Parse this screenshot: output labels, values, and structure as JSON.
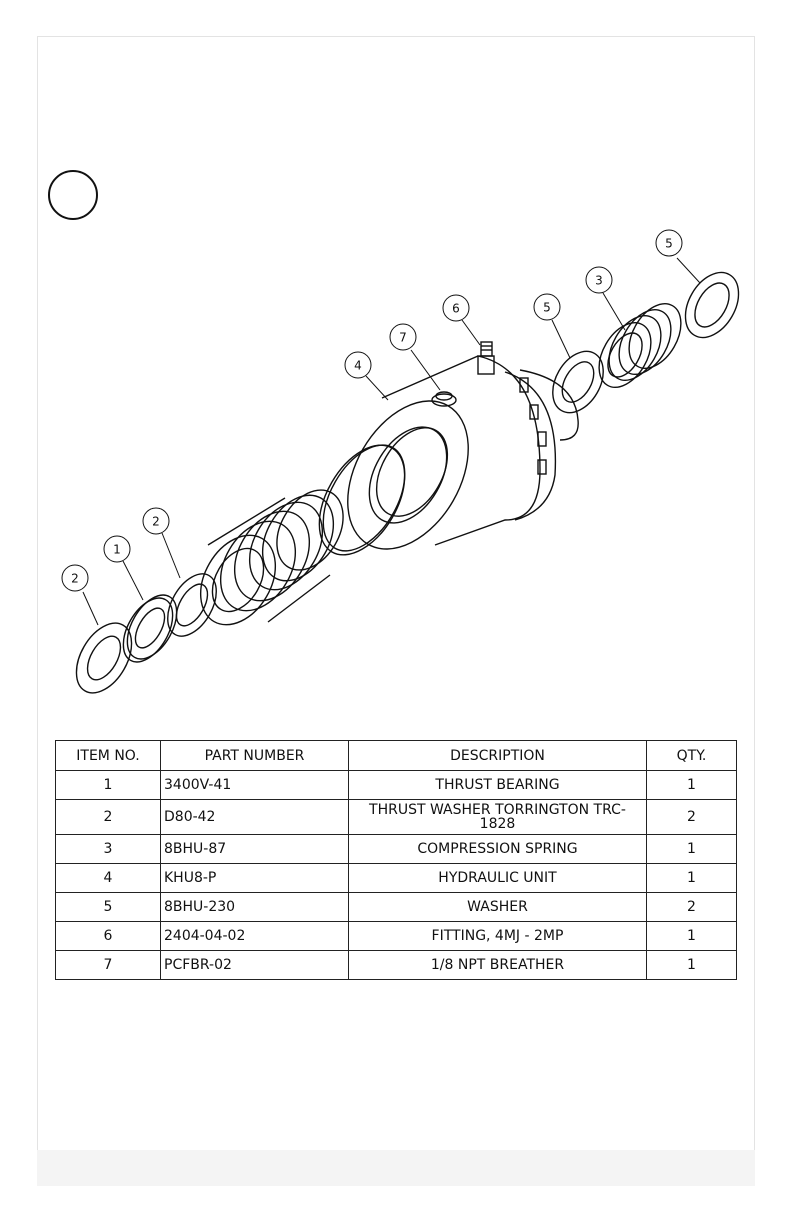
{
  "bom": {
    "headers": [
      "ITEM NO.",
      "PART NUMBER",
      "DESCRIPTION",
      "QTY."
    ],
    "rows": [
      {
        "item": "1",
        "part": "3400V-41",
        "description": "THRUST BEARING",
        "qty": "1"
      },
      {
        "item": "2",
        "part": "D80-42",
        "description": "THRUST WASHER TORRINGTON TRC-1828",
        "qty": "2"
      },
      {
        "item": "3",
        "part": "8BHU-87",
        "description": "COMPRESSION SPRING",
        "qty": "1"
      },
      {
        "item": "4",
        "part": "KHU8-P",
        "description": "HYDRAULIC UNIT",
        "qty": "1"
      },
      {
        "item": "5",
        "part": "8BHU-230",
        "description": "WASHER",
        "qty": "2"
      },
      {
        "item": "6",
        "part": "2404-04-02",
        "description": "FITTING, 4MJ - 2MP",
        "qty": "1"
      },
      {
        "item": "7",
        "part": "PCFBR-02",
        "description": "1/8 NPT BREATHER",
        "qty": "1"
      }
    ]
  },
  "balloons": [
    {
      "label": "5",
      "part": "washer-right"
    },
    {
      "label": "3",
      "part": "spring"
    },
    {
      "label": "5",
      "part": "washer-mid"
    },
    {
      "label": "6",
      "part": "fitting"
    },
    {
      "label": "7",
      "part": "breather"
    },
    {
      "label": "4",
      "part": "hydraulic-unit"
    },
    {
      "label": "2",
      "part": "thrust-washer-mid"
    },
    {
      "label": "1",
      "part": "thrust-bearing"
    },
    {
      "label": "2",
      "part": "thrust-washer-left"
    }
  ]
}
